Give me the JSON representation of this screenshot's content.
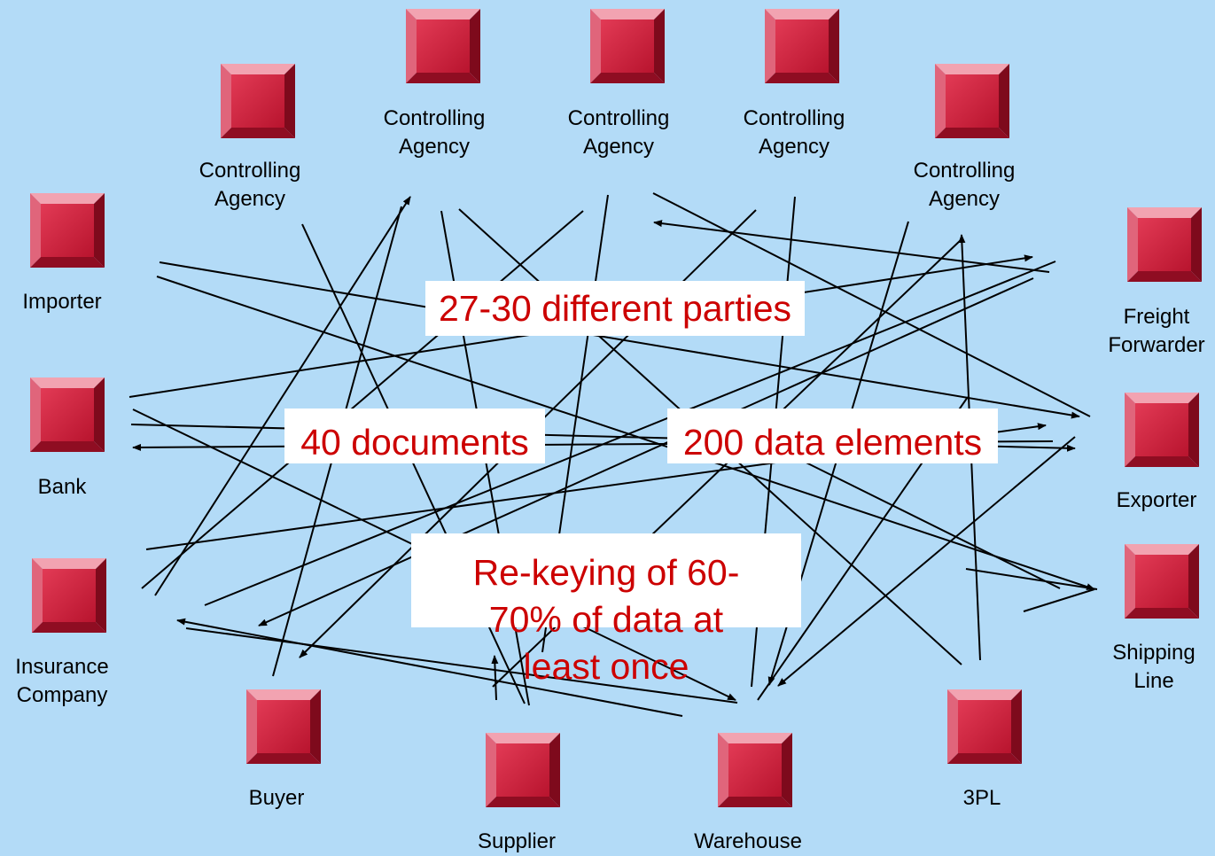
{
  "parties": {
    "ca1": "Controlling\nAgency",
    "ca2": "Controlling\nAgency",
    "ca3": "Controlling\nAgency",
    "ca4": "Controlling\nAgency",
    "ca5": "Controlling\nAgency",
    "importer": "Importer",
    "bank": "Bank",
    "insurance": "Insurance\nCompany",
    "buyer": "Buyer",
    "supplier": "Supplier",
    "warehouse": "Warehouse",
    "tpl": "3PL",
    "freight": "Freight\nForwarder",
    "exporter": "Exporter",
    "shipping": "Shipping\nLine"
  },
  "callouts": {
    "parties": "27-30 different parties",
    "documents": "40 documents",
    "elements": "200 data elements",
    "rekeying": "Re-keying of 60-\n70% of data at\nleast once"
  },
  "colors": {
    "background": "#b3dbf7",
    "node": "#cc1f3a",
    "callout_text": "#cc0000",
    "line": "#000000"
  }
}
